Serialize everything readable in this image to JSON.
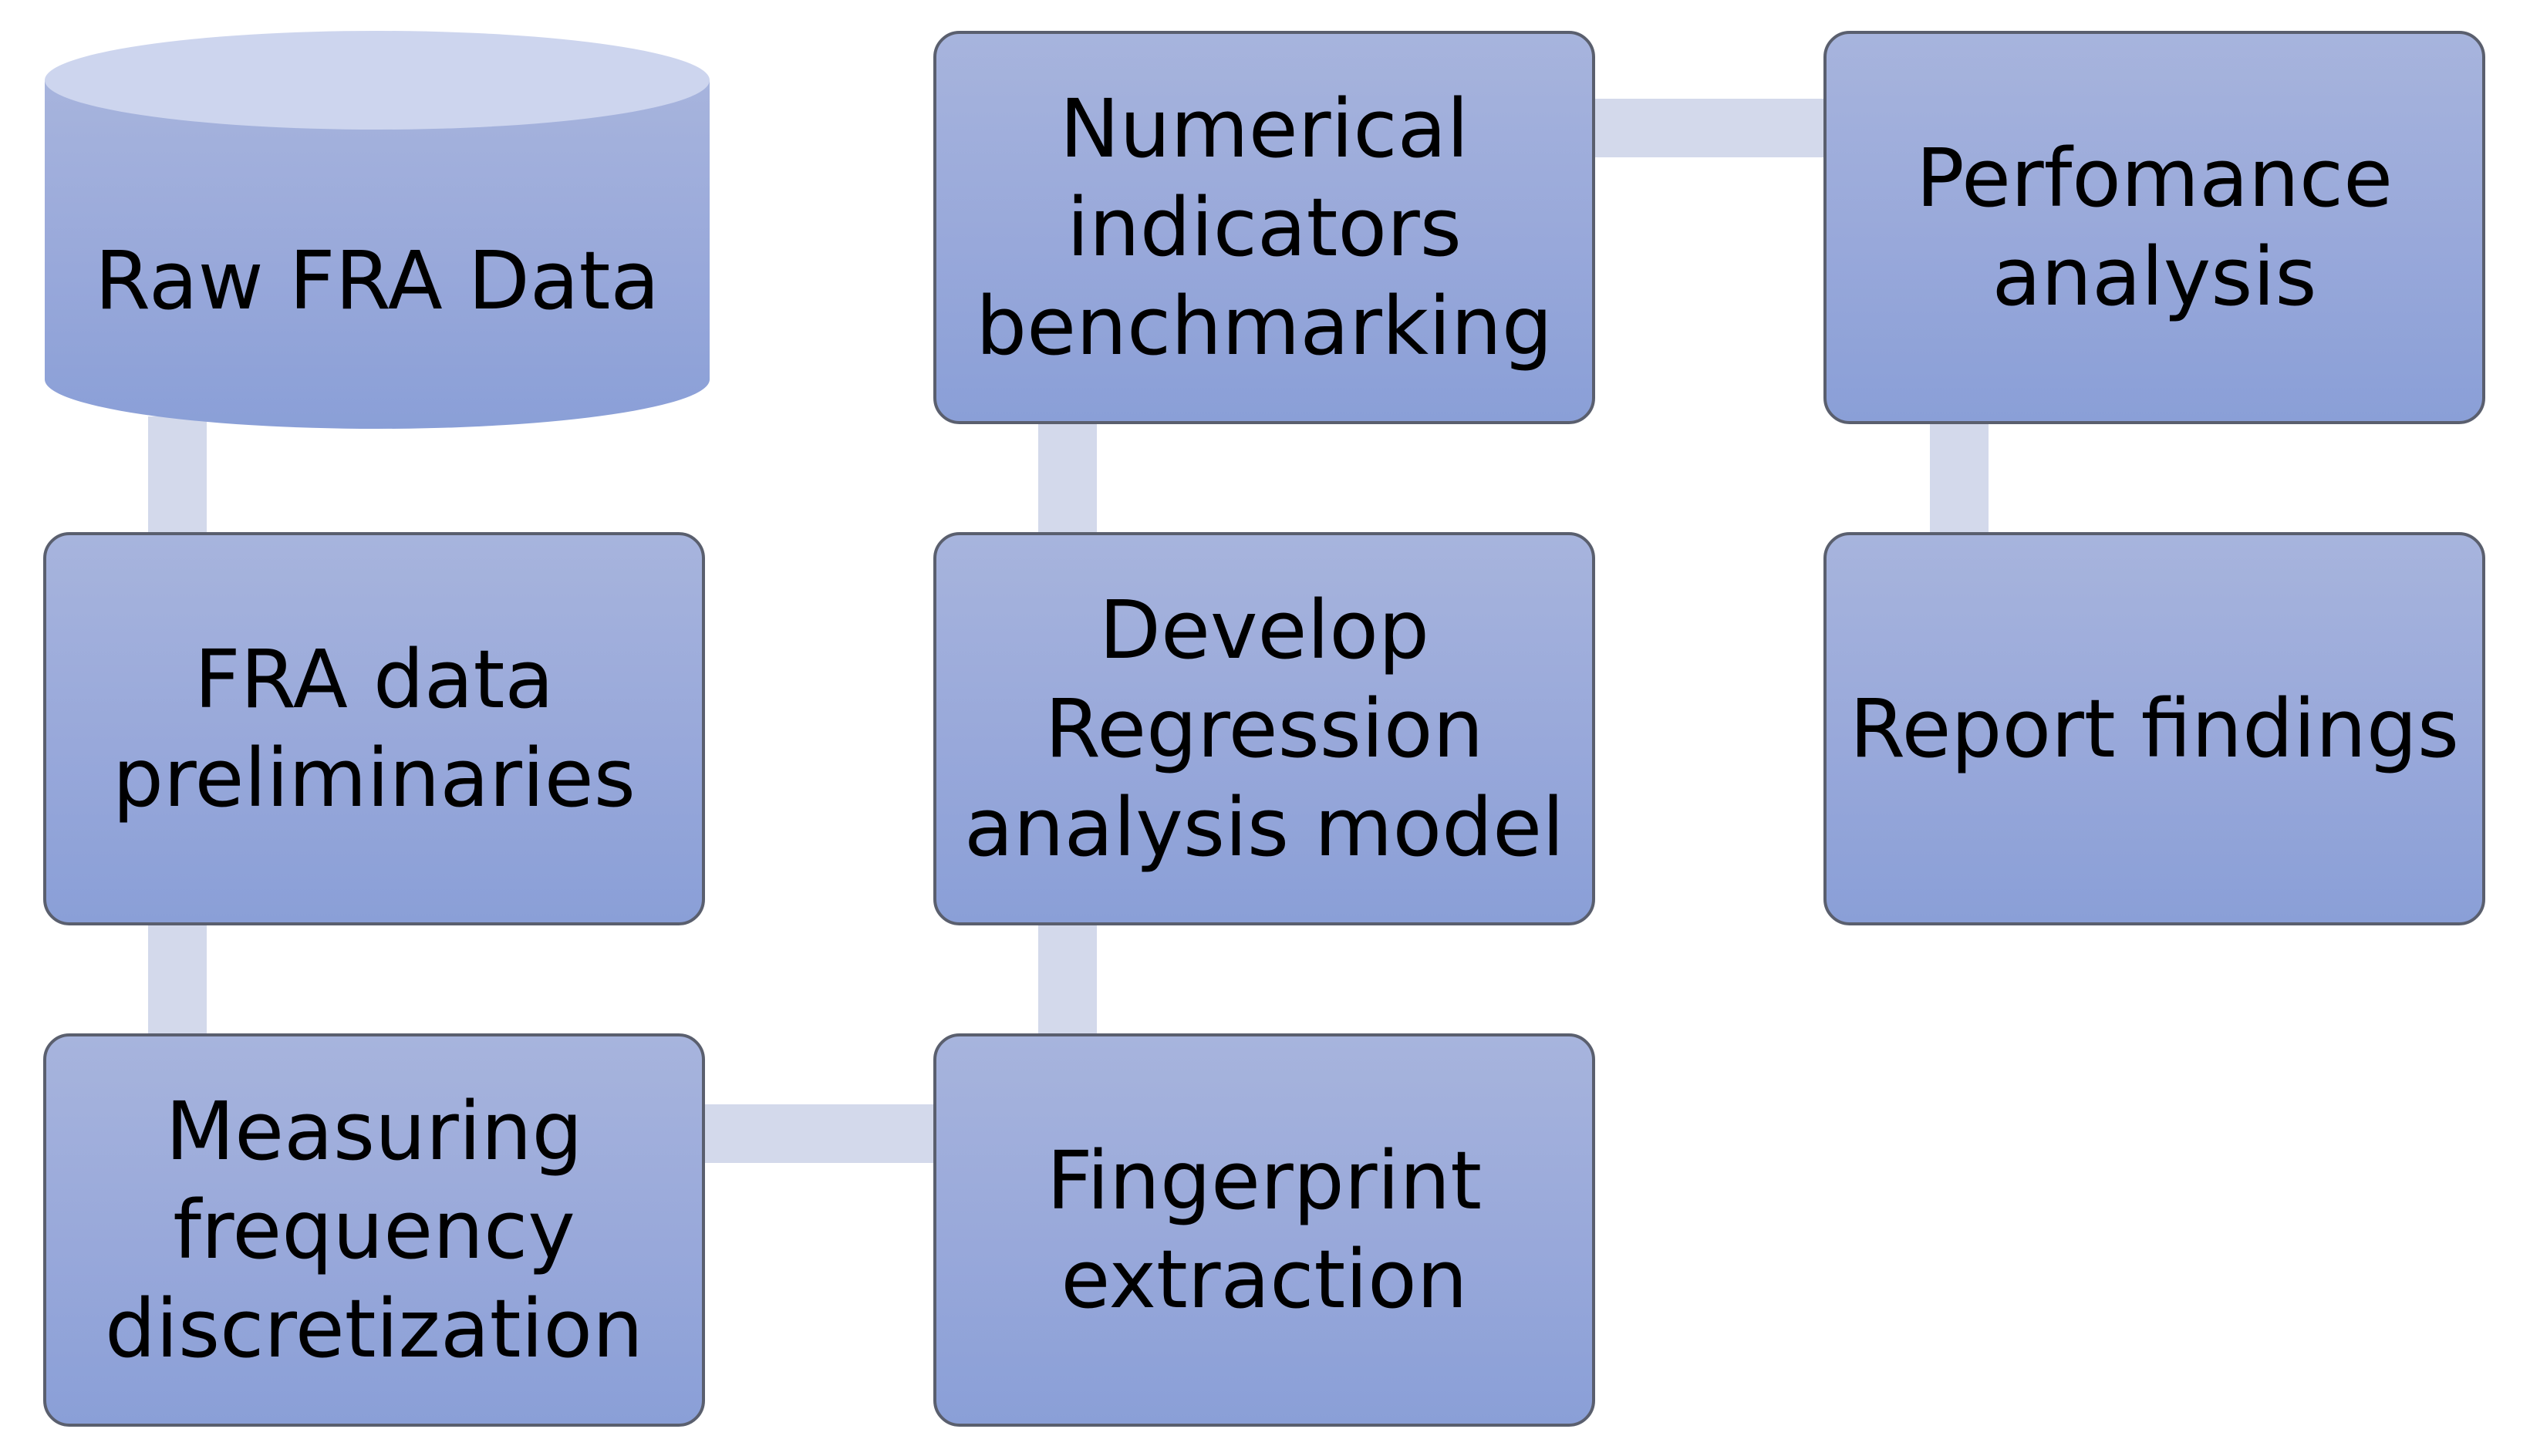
{
  "nodes": {
    "raw_data": {
      "label": "Raw FRA Data",
      "shape": "cylinder"
    },
    "preliminaries": {
      "label": "FRA data\npreliminaries"
    },
    "discretization": {
      "label": "Measuring\nfrequency\ndiscretization"
    },
    "fingerprint": {
      "label": "Fingerprint\nextraction"
    },
    "regression": {
      "label": "Develop\nRegression\nanalysis model"
    },
    "benchmarking": {
      "label": "Numerical\nindicators\nbenchmarking"
    },
    "performance": {
      "label": "Perfomance\nanalysis"
    },
    "report": {
      "label": "Report findings"
    }
  },
  "edges": [
    [
      "raw_data",
      "preliminaries"
    ],
    [
      "preliminaries",
      "discretization"
    ],
    [
      "discretization",
      "fingerprint"
    ],
    [
      "fingerprint",
      "regression"
    ],
    [
      "regression",
      "benchmarking"
    ],
    [
      "benchmarking",
      "performance"
    ],
    [
      "performance",
      "report"
    ]
  ],
  "colors": {
    "box_fill_top": "#a7b4dd",
    "box_fill_bottom": "#8a9fd7",
    "box_border": "#5a5f6e",
    "connector": "#d3d9eb",
    "cylinder_top": "#cdd5ee"
  }
}
